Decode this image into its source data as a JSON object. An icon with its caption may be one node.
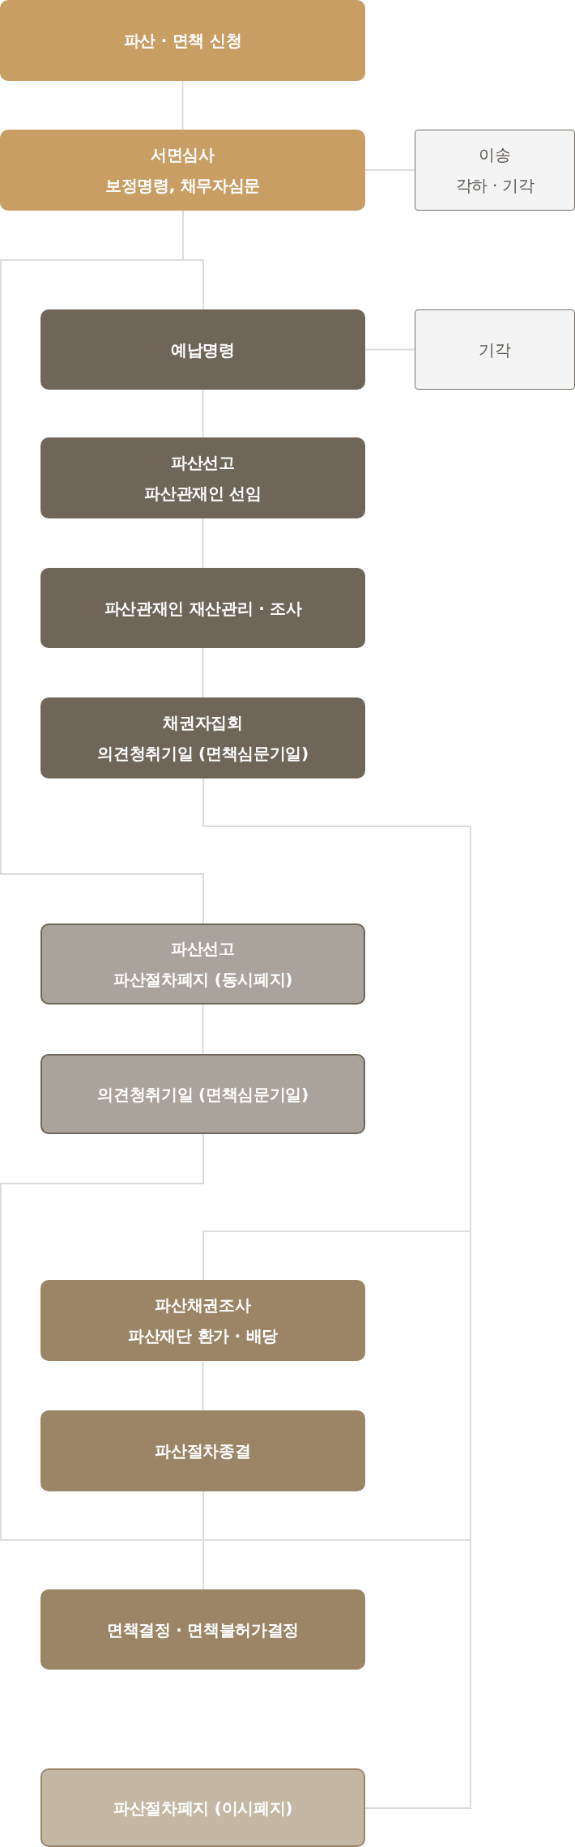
{
  "diagram": {
    "nodes": [
      {
        "text": [
          "파산 · 면책 신청"
        ]
      },
      {
        "text": [
          "서면심사",
          "보정명령, 채무자심문"
        ]
      },
      {
        "text": [
          "이송",
          "각하 · 기각"
        ]
      },
      {
        "text": [
          "예납명령"
        ]
      },
      {
        "text": [
          "기각"
        ]
      },
      {
        "text": [
          "파산선고",
          "파산관재인 선임"
        ]
      },
      {
        "text": [
          "파산관재인 재산관리 · 조사"
        ]
      },
      {
        "text": [
          "채권자집회",
          "의견청취기일 (면책심문기일)"
        ]
      },
      {
        "text": [
          "파산선고",
          "파산절차폐지 (동시폐지)"
        ]
      },
      {
        "text": [
          "의견청취기일 (면책심문기일)"
        ]
      },
      {
        "text": [
          "파산채권조사",
          "파산재단 환가 · 배당"
        ]
      },
      {
        "text": [
          "파산절차종결"
        ]
      },
      {
        "text": [
          "면책결정 · 면책불허가결정"
        ]
      },
      {
        "text": [
          "파산절차폐지 (이시폐지)"
        ]
      }
    ],
    "edges": [
      {
        "from": 0,
        "to": 1,
        "arrow": "none"
      },
      {
        "from": 1,
        "to": 2,
        "arrow": "none"
      },
      {
        "from": 1,
        "to": 3,
        "arrow": "none"
      },
      {
        "from": 1,
        "to": 8,
        "arrow": "none"
      },
      {
        "from": 3,
        "to": 4,
        "arrow": "none"
      },
      {
        "from": 3,
        "to": 5,
        "arrow": "none"
      },
      {
        "from": 5,
        "to": 6,
        "arrow": "none"
      },
      {
        "from": 6,
        "to": 7,
        "arrow": "none"
      },
      {
        "from": 7,
        "to": 10,
        "arrow": "none"
      },
      {
        "from": 7,
        "to": 12,
        "arrow": "none"
      },
      {
        "from": 7,
        "to": 13,
        "arrow": "none"
      },
      {
        "from": 8,
        "to": 9,
        "arrow": "none"
      },
      {
        "from": 9,
        "to": 12,
        "arrow": "none"
      },
      {
        "from": 10,
        "to": 11,
        "arrow": "none"
      },
      {
        "from": 11,
        "to": 12,
        "arrow": "none"
      }
    ]
  }
}
